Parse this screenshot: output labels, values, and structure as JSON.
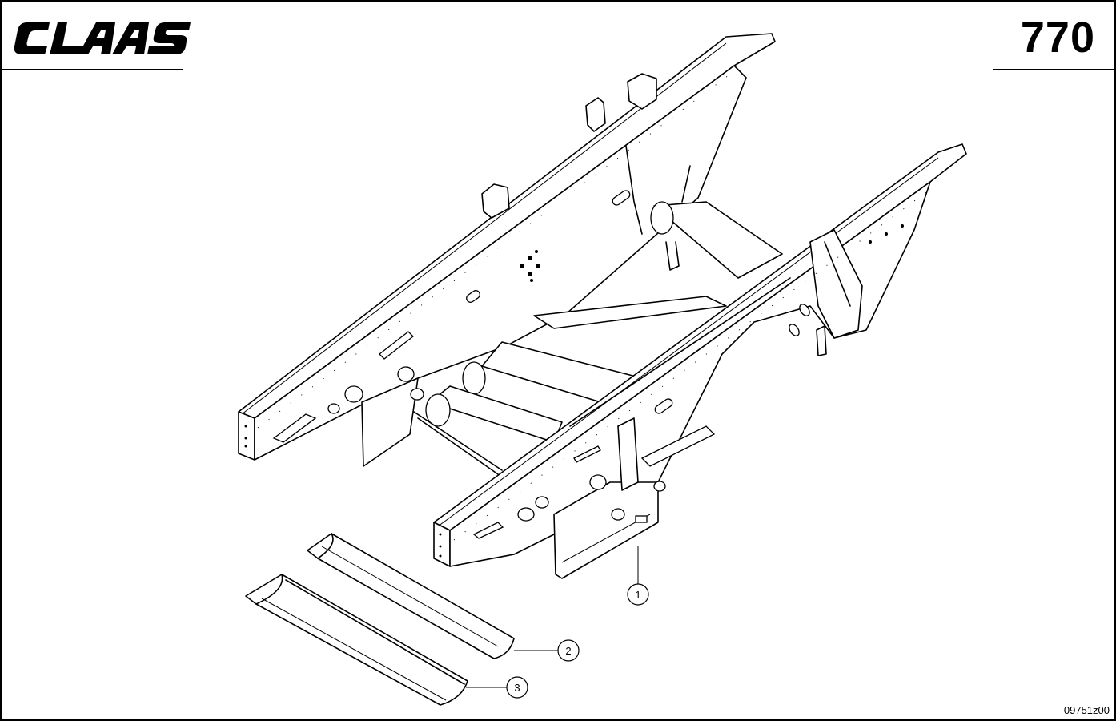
{
  "header": {
    "brand": "CLAAS",
    "page_number": "770"
  },
  "callouts": [
    {
      "id": "part-1",
      "label": "1"
    },
    {
      "id": "part-2",
      "label": "2"
    },
    {
      "id": "part-3",
      "label": "3"
    }
  ],
  "footer": {
    "drawing_id": "09751z00"
  },
  "colors": {
    "ink": "#000000",
    "paper": "#ffffff"
  }
}
